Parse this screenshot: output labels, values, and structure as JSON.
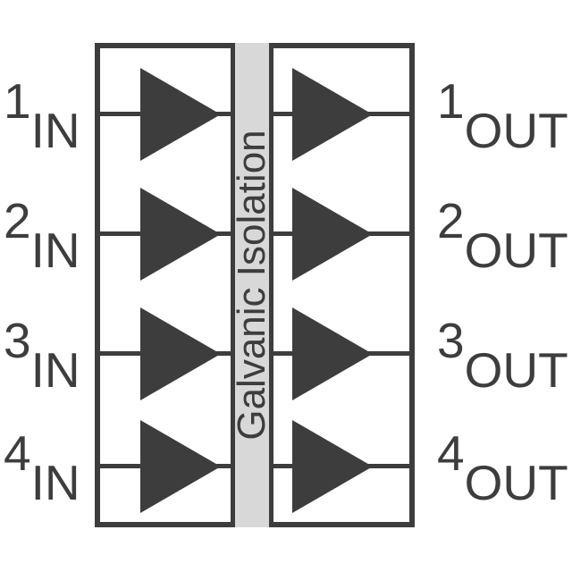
{
  "diagram": {
    "barrier_label": "Galvanic Isolation",
    "channels": [
      {
        "num": "1",
        "in_label": "IN",
        "out_label": "OUT"
      },
      {
        "num": "2",
        "in_label": "IN",
        "out_label": "OUT"
      },
      {
        "num": "3",
        "in_label": "IN",
        "out_label": "OUT"
      },
      {
        "num": "4",
        "in_label": "IN",
        "out_label": "OUT"
      }
    ],
    "colors": {
      "line": "#3d3d3d",
      "barrier_fill": "#d8d8d8",
      "background": "#ffffff"
    }
  }
}
